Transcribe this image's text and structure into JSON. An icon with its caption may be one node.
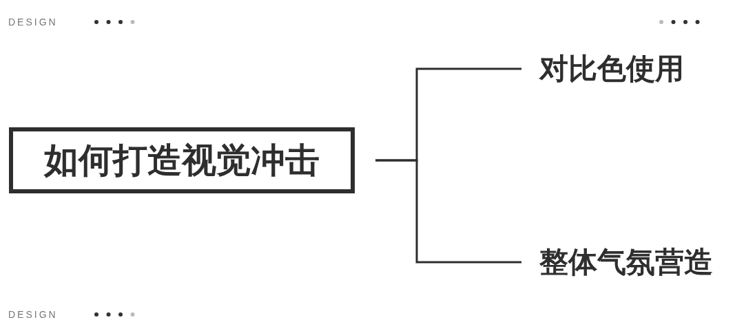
{
  "diagram": {
    "nodes": [
      {
        "text": [
          "如何打造视觉冲击"
        ]
      },
      {
        "text": [
          "对比色使用"
        ]
      },
      {
        "text": [
          "整体气氛营造"
        ]
      }
    ],
    "edges": [
      {
        "from": 0,
        "to": 1,
        "arrow": "none"
      },
      {
        "from": 0,
        "to": 2,
        "arrow": "none"
      }
    ],
    "labels": [
      "DESIGN",
      "DESIGN"
    ]
  }
}
